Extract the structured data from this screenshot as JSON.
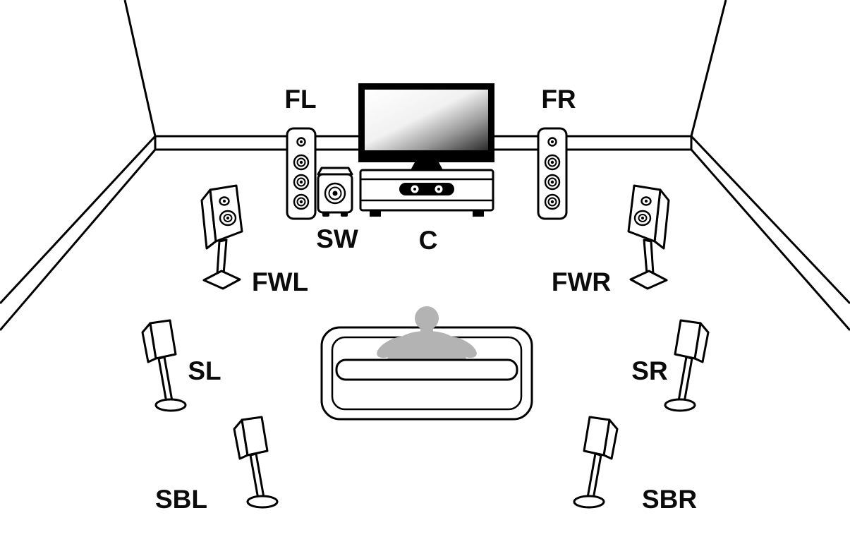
{
  "diagram": {
    "labels": {
      "fl": "FL",
      "fr": "FR",
      "sw": "SW",
      "c": "C",
      "fwl": "FWL",
      "fwr": "FWR",
      "sl": "SL",
      "sr": "SR",
      "sbl": "SBL",
      "sbr": "SBR"
    },
    "colors": {
      "line": "#000000",
      "background": "#ffffff",
      "listener_gray": "#b3b3b3"
    }
  }
}
